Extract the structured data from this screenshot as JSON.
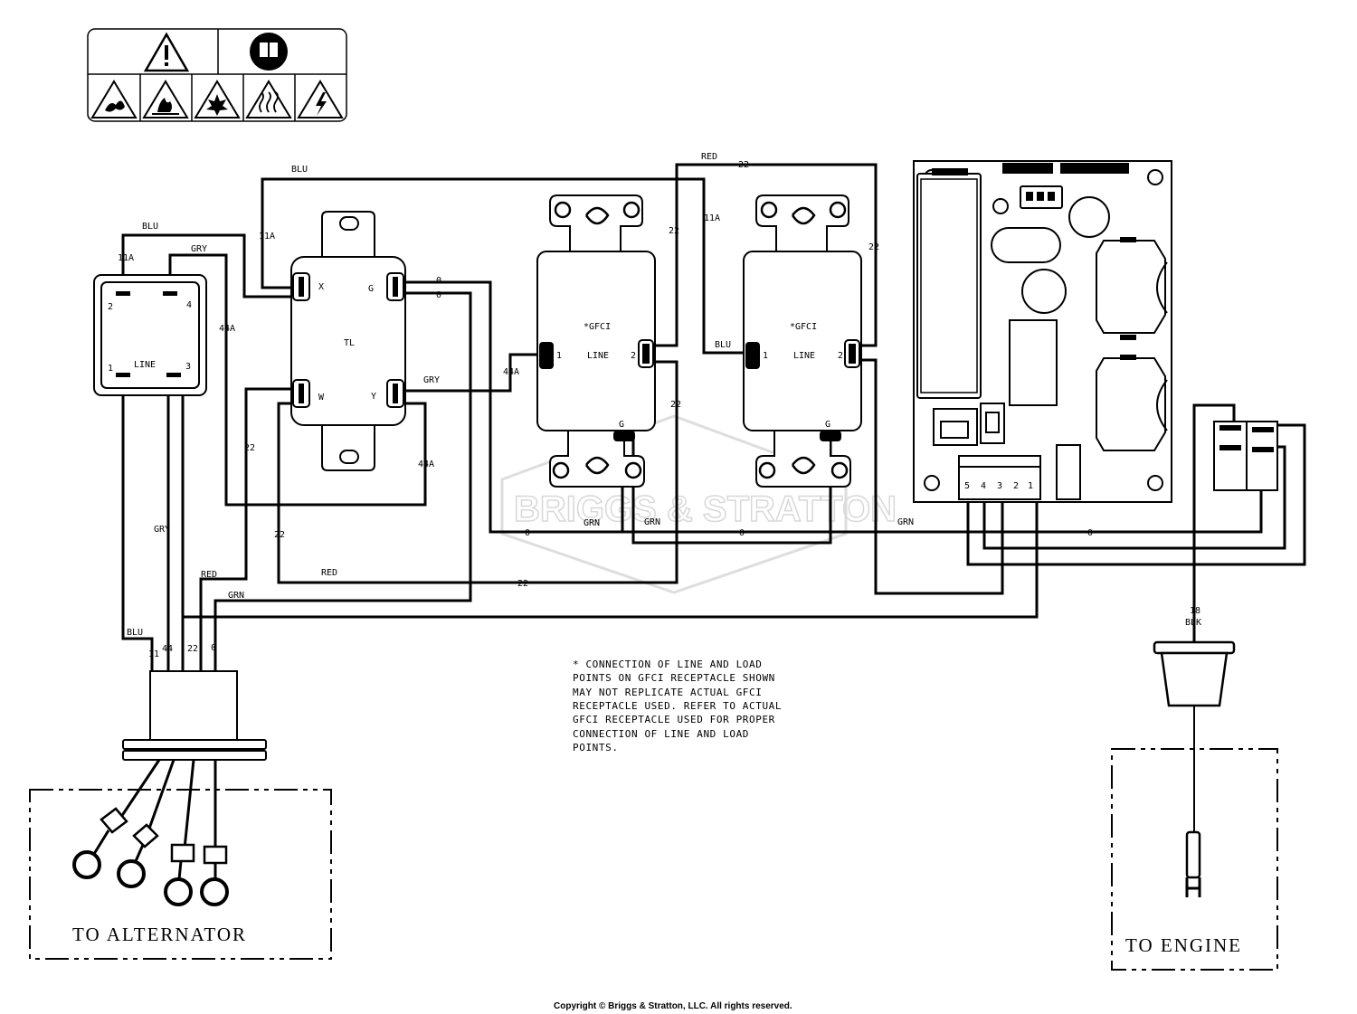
{
  "warning_label": {
    "icons": [
      "warning-triangle-icon",
      "manual-book-icon",
      "toxic-fumes-icon",
      "fire-icon",
      "explosion-icon",
      "hot-surface-icon",
      "electric-shock-icon"
    ]
  },
  "watermark": {
    "brand": "BRIGGS & STRATTON"
  },
  "switch": {
    "label": "LINE",
    "terminals": [
      "2",
      "4",
      "1",
      "3"
    ]
  },
  "transformer": {
    "label": "TL",
    "terminals": [
      "X",
      "G",
      "W",
      "Y"
    ]
  },
  "gfci_left": {
    "label": "*GFCI",
    "sub": "LINE",
    "t1": "1",
    "t2": "2",
    "tg": "G"
  },
  "gfci_right": {
    "label": "*GFCI",
    "sub": "LINE",
    "t1": "1",
    "t2": "2",
    "tg": "G"
  },
  "board": {
    "connector_pins": [
      "5",
      "4",
      "3",
      "2",
      "1"
    ]
  },
  "wires": {
    "blu_top": "BLU",
    "blu_sw": "BLU",
    "blu_gfci2": "BLU",
    "blu_bottom": "BLU",
    "w11a_sw": "11A",
    "w11a_tl": "11A",
    "w11a_gfci": "11A",
    "gry_sw": "GRY",
    "gry_tl": "GRY",
    "gry_vert": "GRY",
    "w44a_left": "44A",
    "w44a_mid": "44A",
    "w44a_tl": "44A",
    "red_top": "RED",
    "n22_top": "22",
    "n22_g1a": "22",
    "n22_g1b": "22",
    "n22_g2": "22",
    "n22_vl": "22",
    "n22_vm": "22",
    "n22_bottom": "22",
    "red_left": "RED",
    "red_mid": "RED",
    "grn_left": "GRN",
    "zero_a": "0",
    "zero_b": "0",
    "grn_g1a": "GRN",
    "grn_g1b": "GRN",
    "grn_right": "GRN",
    "zero_c": "0",
    "zero_d": "0",
    "zero_e": "0",
    "n18": "18",
    "blk": "BLK"
  },
  "alternator_plug": {
    "pins": [
      "11",
      "44",
      "22",
      "0"
    ],
    "label": "TO ALTERNATOR"
  },
  "engine": {
    "label": "TO ENGINE"
  },
  "note": {
    "lines": [
      "* CONNECTION OF LINE AND LOAD",
      "POINTS  ON GFCI  RECEPTACLE SHOWN",
      "MAY NOT REPLICATE ACTUAL GFCI",
      "RECEPTACLE USED.  REFER TO ACTUAL",
      "GFCI RECEPTACLE USED FOR PROPER",
      "CONNECTION OF LINE AND LOAD",
      "POINTS."
    ]
  },
  "copyright": "Copyright © Briggs & Stratton, LLC. All rights reserved."
}
